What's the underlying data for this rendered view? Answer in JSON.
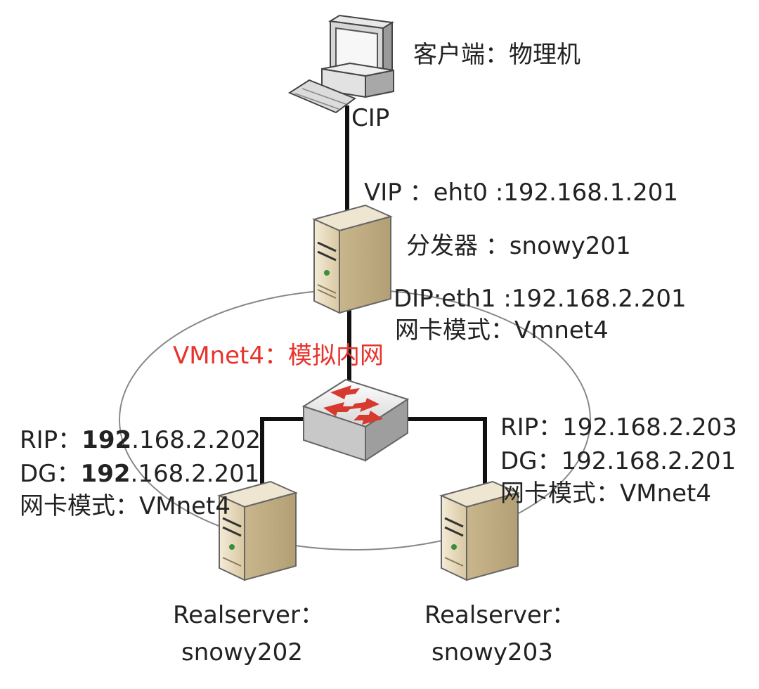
{
  "client": {
    "label": "客户端：物理机",
    "cip": "CIP"
  },
  "director": {
    "vip": "VIP ：eht0 :192.168.1.201",
    "name": "分发器 ：snowy201",
    "dip": "DIP:eth1 :192.168.2.201",
    "nic_mode": "网卡模式：Vmnet4"
  },
  "network": {
    "label": "VMnet4：模拟内网"
  },
  "rs1": {
    "rip_label": "RIP：",
    "rip_bold": "192",
    "rip_rest": ".168.2.202",
    "dg_label": "DG：",
    "dg_bold": "192",
    "dg_rest": ".168.2.201",
    "nic_mode": "网卡模式：VMnet4",
    "caption_1": "Realserver：",
    "caption_2": "snowy202"
  },
  "rs2": {
    "rip_label": "RIP：",
    "rip_value": "192.168.2.203",
    "dg_label": "DG：",
    "dg_value": "192.168.2.201",
    "nic_mode": "网卡模式：VMnet4",
    "caption_1": "Realserver：",
    "caption_2": "snowy203"
  },
  "colors": {
    "accent_red": "#e8332c",
    "server_body": "#e9dcc0",
    "line": "#111111"
  }
}
